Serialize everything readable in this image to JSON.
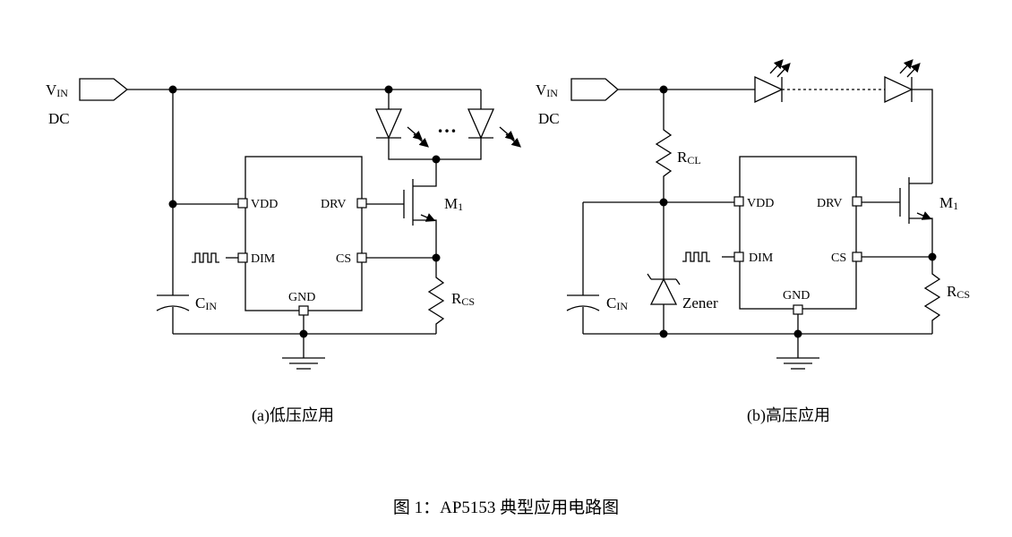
{
  "circuit_a": {
    "vin_main": "V",
    "vin_sub": "IN",
    "dc": "DC",
    "pin_vdd": "VDD",
    "pin_dim": "DIM",
    "pin_drv": "DRV",
    "pin_cs": "CS",
    "pin_gnd": "GND",
    "m1_main": "M",
    "m1_sub": "1",
    "rcs_main": "R",
    "rcs_sub": "CS",
    "cin_main": "C",
    "cin_sub": "IN",
    "ellipsis": "…",
    "caption": "(a)低压应用"
  },
  "circuit_b": {
    "vin_main": "V",
    "vin_sub": "IN",
    "dc": "DC",
    "pin_vdd": "VDD",
    "pin_dim": "DIM",
    "pin_drv": "DRV",
    "pin_cs": "CS",
    "pin_gnd": "GND",
    "m1_main": "M",
    "m1_sub": "1",
    "rcs_main": "R",
    "rcs_sub": "CS",
    "rcl_main": "R",
    "rcl_sub": "CL",
    "cin_main": "C",
    "cin_sub": "IN",
    "zener": "Zener",
    "caption": "(b)高压应用"
  },
  "figure_caption": "图 1：AP5153  典型应用电路图"
}
